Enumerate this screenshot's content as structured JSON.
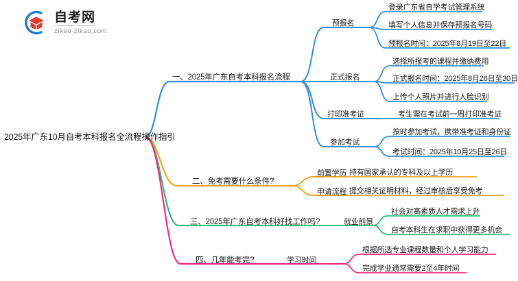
{
  "logo": {
    "title": "自考网",
    "subtitle": "zikao-zikao.com",
    "mark_name": "zikao-logo-icon",
    "arc_color": "#1a7fd4",
    "cap_color": "#e23b2e"
  },
  "mindmap": {
    "root": {
      "label": "2025年广东10月自考本科报名全流程操作指引"
    },
    "branches": [
      {
        "label": "一、2025年广东自考本科报名流程",
        "color": "#2f8de4",
        "children": [
          {
            "label": "预报名",
            "leaves": [
              "登录广东省自学考试管理系统",
              "填写个人信息并保存预报名号码",
              "预报名时间：2025年8月19日至22日"
            ]
          },
          {
            "label": "正式报名",
            "leaves": [
              "选择所报考的课程并缴纳费用",
              "正式报名时间：2025年8月26日至30日",
              "上传个人照片并进行人脸识别"
            ]
          },
          {
            "label": "打印准考证",
            "leaves": [
              "考生需在考试前一周打印准考证"
            ]
          },
          {
            "label": "参加考试",
            "leaves": [
              "按时参加考试，携带准考证和身份证",
              "考试时间：2025年10月25日至26日"
            ]
          }
        ]
      },
      {
        "label": "二、免考需要什么条件?",
        "color": "#f0a41e",
        "children": [
          {
            "label": "前置学历",
            "leaves": [
              "持有国家承认的专科及以上学历"
            ]
          },
          {
            "label": "申请流程",
            "leaves": [
              "提交相关证明材料，经过审核后享受免考"
            ]
          }
        ]
      },
      {
        "label": "三、2025年广东自考本科好找工作吗?",
        "color": "#2dbd78",
        "children": [
          {
            "label": "就业前景",
            "leaves": [
              "社会对高素质人才需求上升",
              "自考本科生在求职中获得更多机会"
            ]
          }
        ]
      },
      {
        "label": "四、几年能考完?",
        "color": "#f5277f",
        "children": [
          {
            "label": "学习时间",
            "leaves": [
              "根据所选专业课程数量和个人学习能力",
              "完成学业通常需要2至4年时间"
            ]
          }
        ]
      }
    ]
  }
}
